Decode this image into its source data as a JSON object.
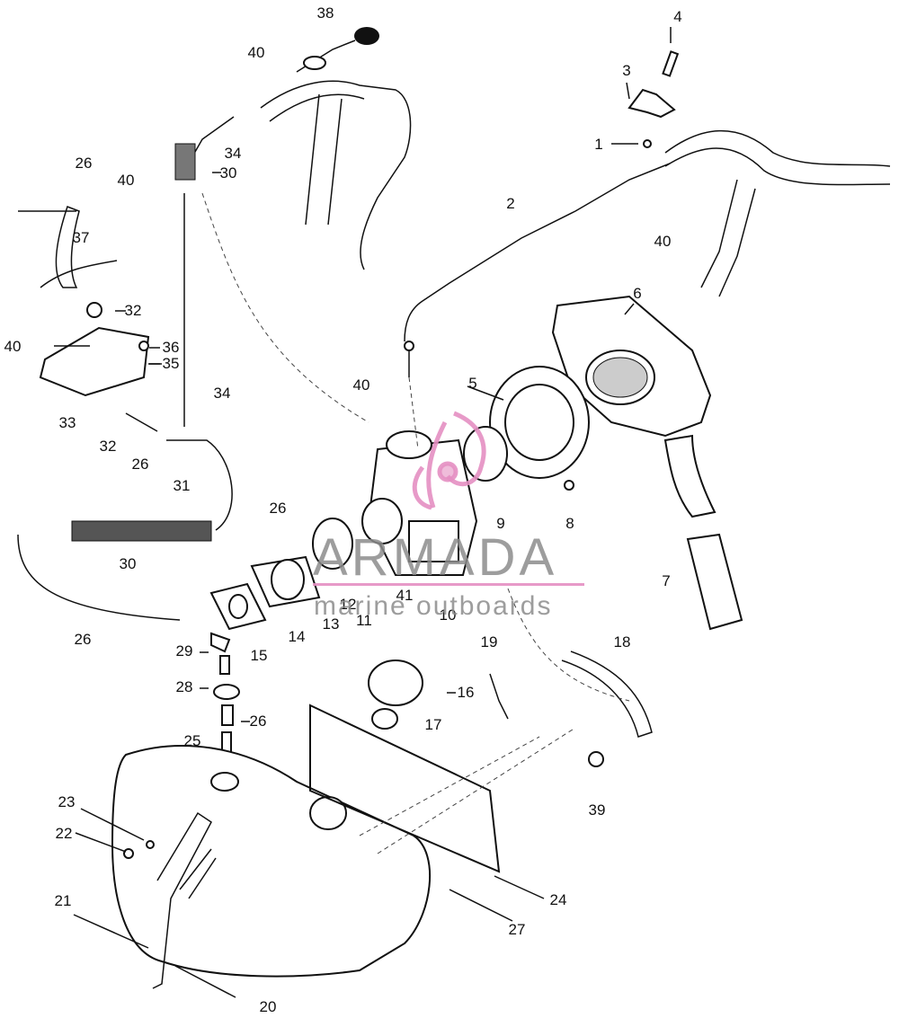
{
  "diagram": {
    "callouts": [
      "1",
      "2",
      "3",
      "4",
      "5",
      "6",
      "7",
      "8",
      "9",
      "10",
      "11",
      "12",
      "13",
      "14",
      "15",
      "16",
      "17",
      "18",
      "19",
      "20",
      "21",
      "22",
      "23",
      "24",
      "25",
      "26",
      "27",
      "28",
      "29",
      "30",
      "31",
      "32",
      "33",
      "34",
      "35",
      "36",
      "37",
      "38",
      "39",
      "40",
      "41"
    ],
    "extra_labels": [
      "26",
      "26",
      "26",
      "26",
      "30",
      "32",
      "32",
      "34",
      "34",
      "40",
      "40",
      "40",
      "40",
      "40"
    ]
  },
  "watermark": {
    "brand": "ARMADA",
    "tagline": "marine outboards",
    "accent_color": "#e48fc2",
    "text_color": "#8c8c8c"
  }
}
